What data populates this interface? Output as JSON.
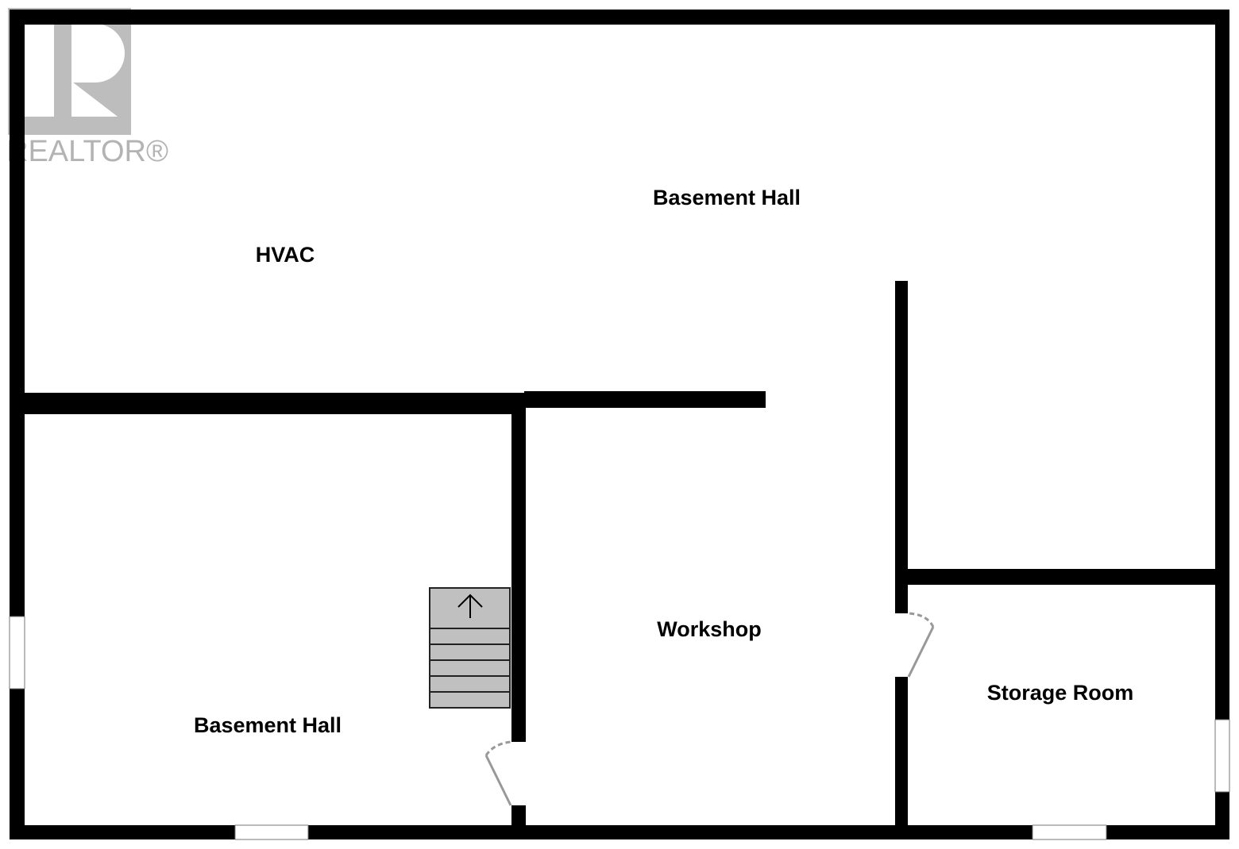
{
  "floor_plan": {
    "rooms": [
      {
        "id": "hvac",
        "label": "HVAC"
      },
      {
        "id": "basement-hall-upper",
        "label": "Basement Hall"
      },
      {
        "id": "basement-hall-lower",
        "label": "Basement Hall"
      },
      {
        "id": "workshop",
        "label": "Workshop"
      },
      {
        "id": "storage-room",
        "label": "Storage Room"
      }
    ],
    "stairs": {
      "direction": "up",
      "steps": 5
    }
  },
  "watermark": {
    "logo_text": "REALTOR®"
  },
  "colors": {
    "wall": "#000000",
    "stair": "#c0c0c0",
    "door": "#999999",
    "logo": "#9a9a9a"
  }
}
